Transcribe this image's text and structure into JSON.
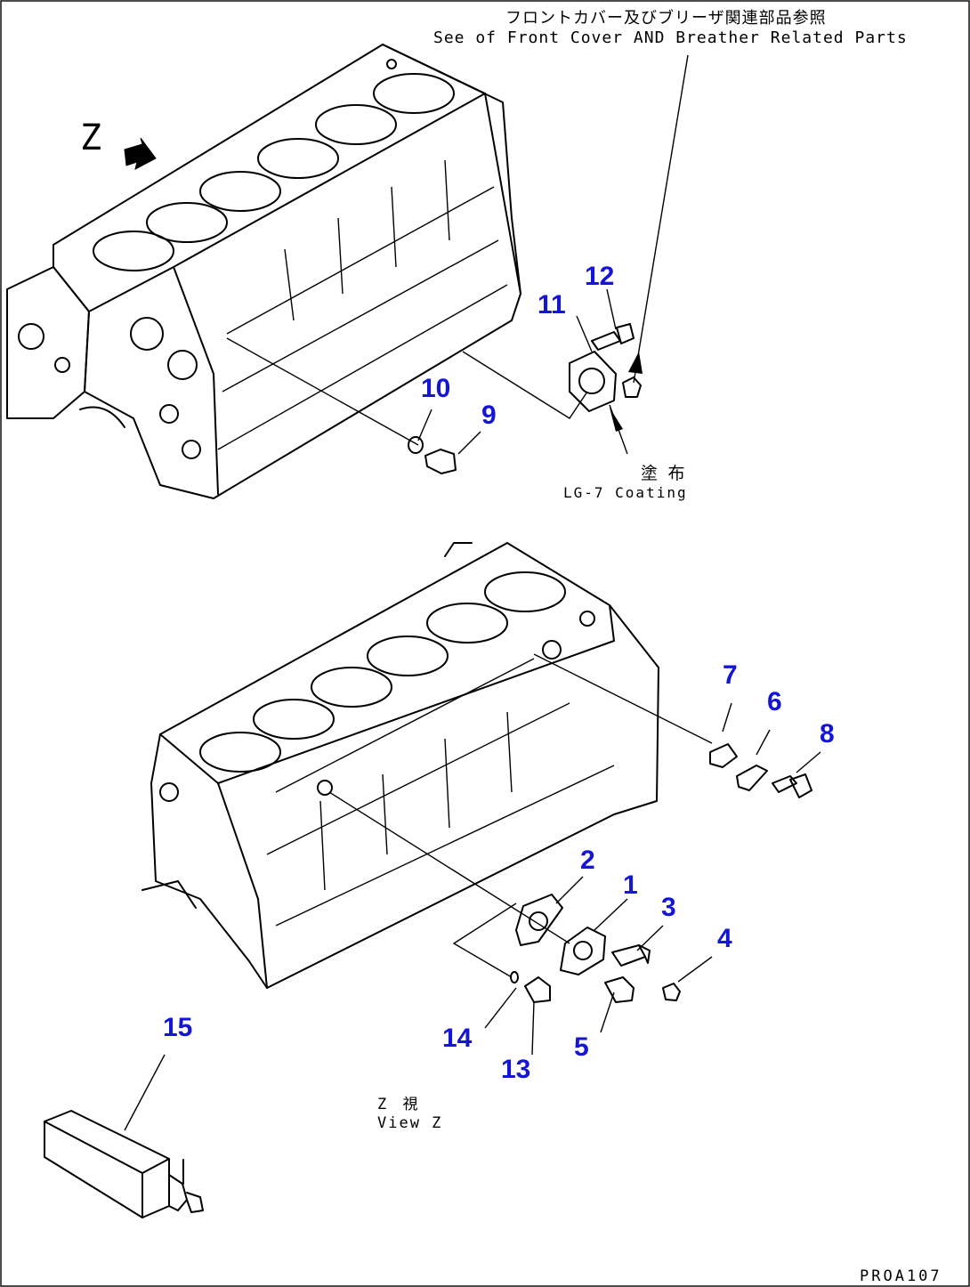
{
  "references": {
    "front_cover_jp": "フロントカバー及びブリーザ関連部品参照",
    "front_cover_en": "See of Front Cover AND Breather Related Parts",
    "coating_jp": "塗 布",
    "coating_en": "LG-7 Coating",
    "view_label": "Z",
    "view_jp": "Z 視",
    "view_en": "View Z",
    "drawing_code": "PROA107"
  },
  "callouts": [
    {
      "label": "12"
    },
    {
      "label": "11"
    },
    {
      "label": "10"
    },
    {
      "label": "9"
    },
    {
      "label": "7"
    },
    {
      "label": "6"
    },
    {
      "label": "8"
    },
    {
      "label": "2"
    },
    {
      "label": "1"
    },
    {
      "label": "3"
    },
    {
      "label": "4"
    },
    {
      "label": "14"
    },
    {
      "label": "5"
    },
    {
      "label": "13"
    },
    {
      "label": "15"
    }
  ],
  "colors": {
    "callout": "#1515d6",
    "linework": "#000000"
  }
}
